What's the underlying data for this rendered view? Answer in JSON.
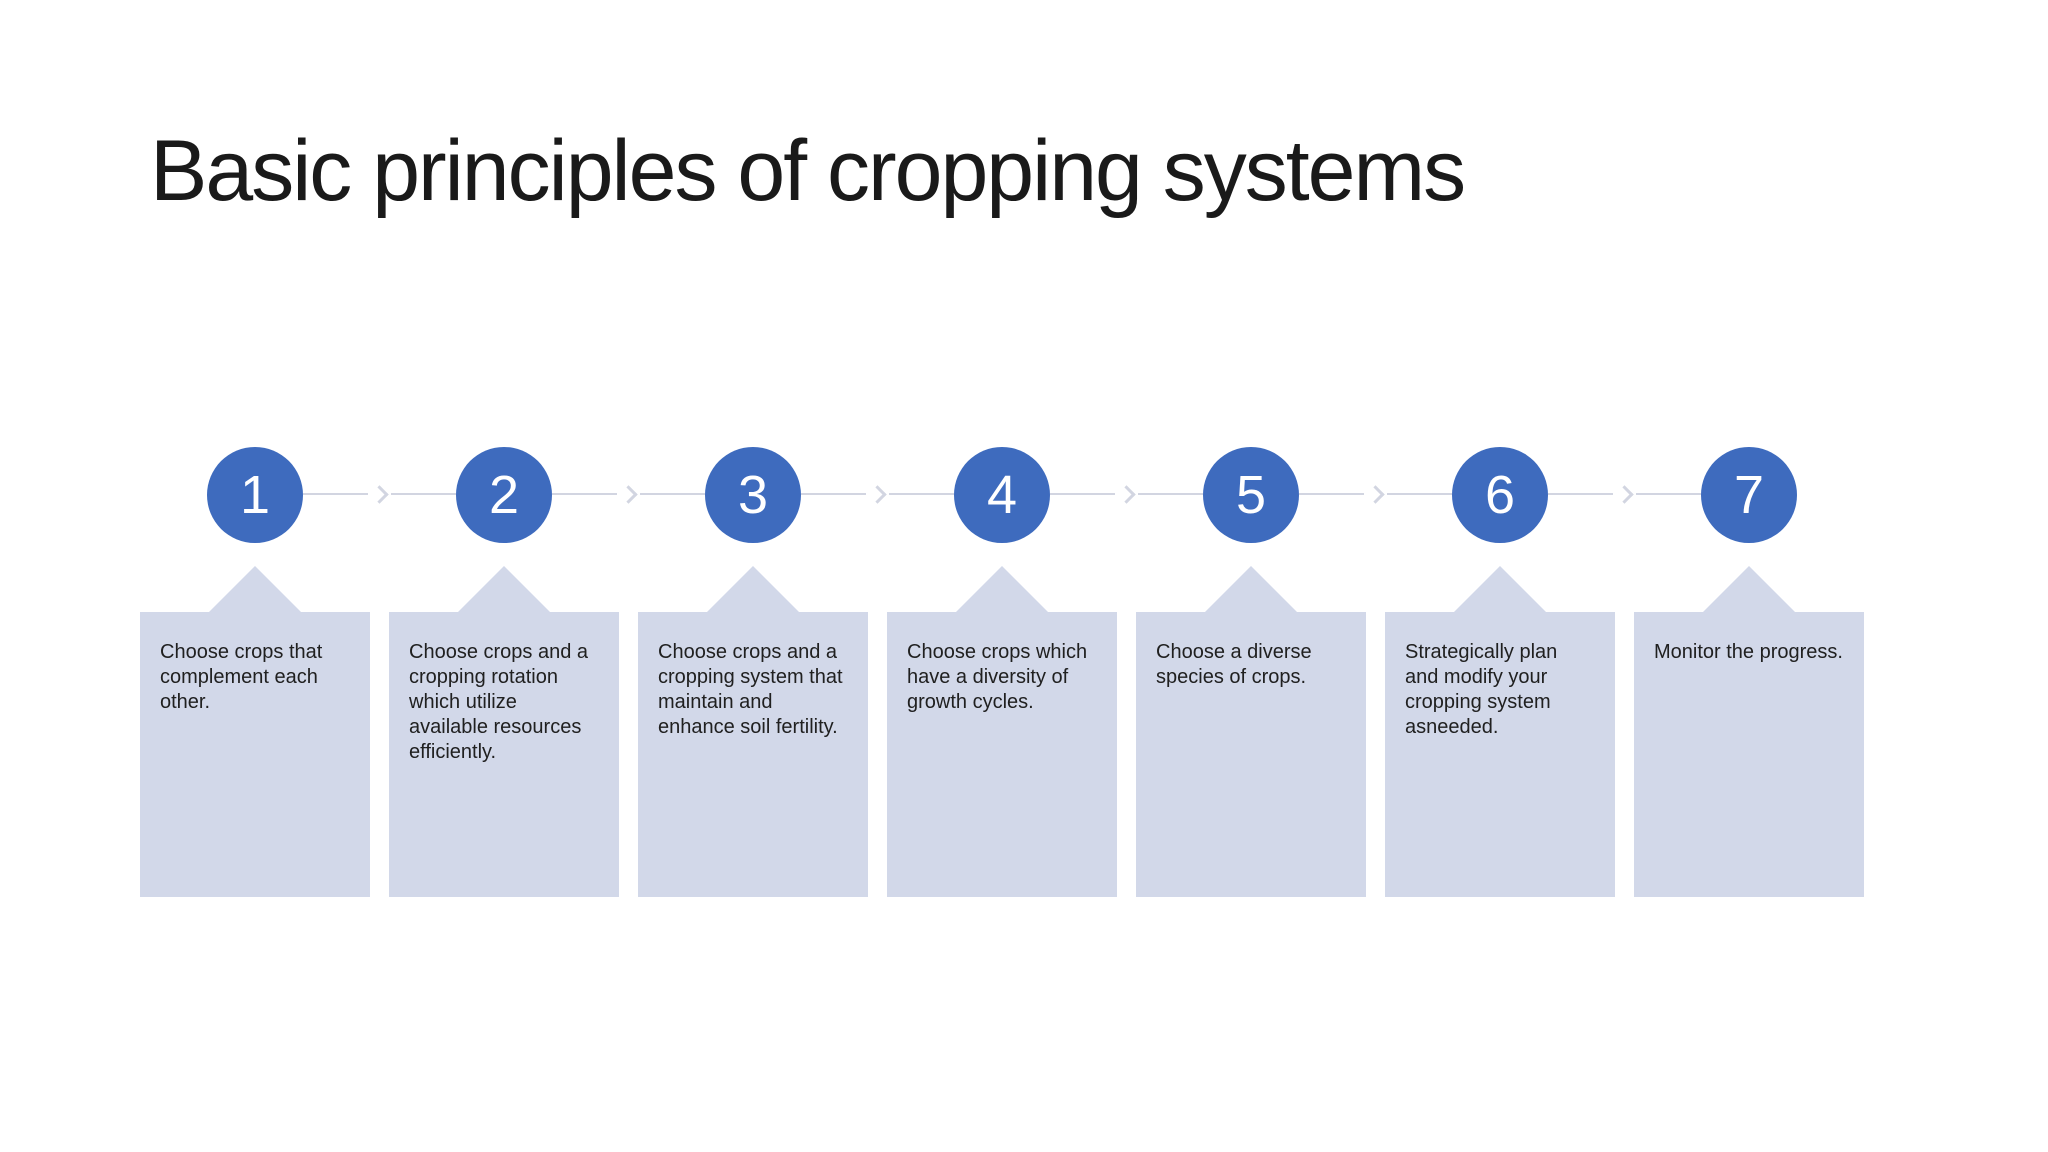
{
  "slide": {
    "title": "Basic principles of cropping systems"
  },
  "diagram": {
    "type": "process-flow",
    "connector_icon": "chevron-right-icon",
    "step_count": 7
  },
  "steps": [
    {
      "number": "1",
      "text": "Choose crops that complement each other."
    },
    {
      "number": "2",
      "text": "Choose crops and a cropping rotation which utilize available resources efficiently."
    },
    {
      "number": "3",
      "text": "Choose crops and a cropping system that maintain and enhance soil fertility."
    },
    {
      "number": "4",
      "text": "Choose crops which have a diversity of growth cycles."
    },
    {
      "number": "5",
      "text": "Choose a diverse species of crops."
    },
    {
      "number": "6",
      "text": "Strategically plan and modify your cropping system asneeded."
    },
    {
      "number": "7",
      "text": "Monitor the progress."
    }
  ],
  "colors": {
    "circle_fill": "#3e6bbe",
    "circle_text": "#ffffff",
    "box_fill": "#d2d8e9",
    "connector": "#d2d5e1",
    "title_text": "#1a1a1a",
    "body_text": "#202020",
    "background": "#ffffff"
  }
}
